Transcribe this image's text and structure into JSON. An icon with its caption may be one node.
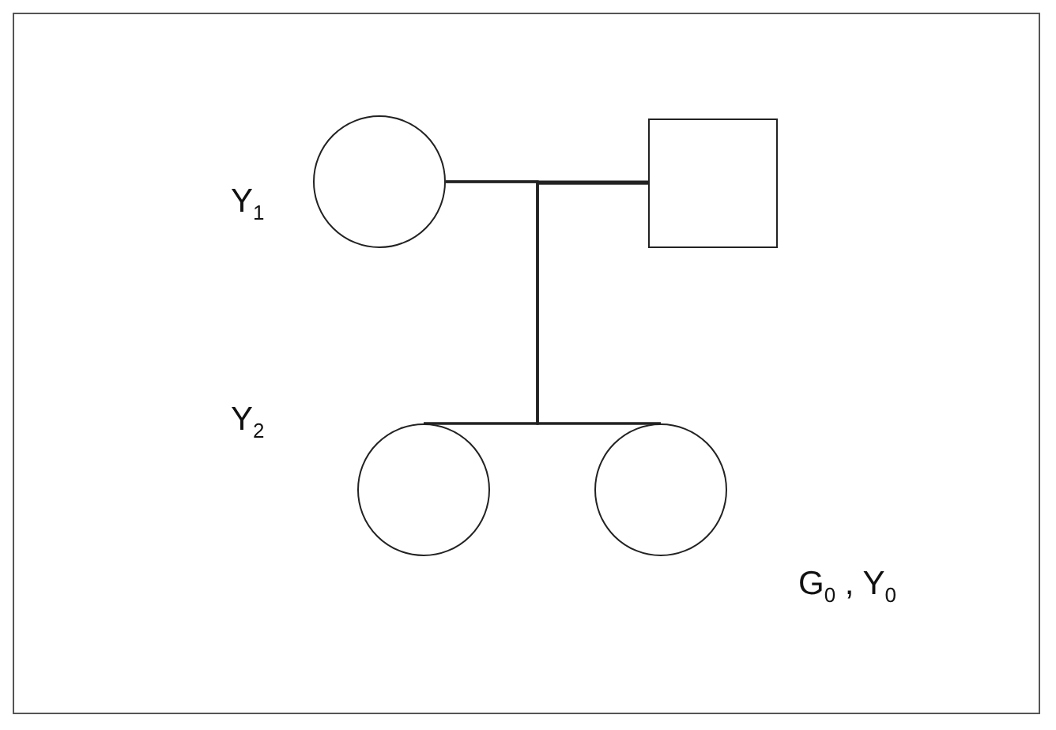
{
  "diagram": {
    "nodes": [
      {
        "text": [],
        "shape": "circle",
        "beside": [
          "Y$_{1}$"
        ]
      },
      {
        "text": [],
        "shape": "box"
      },
      {
        "text": [],
        "shape": "circle",
        "beside": [
          "Y$_{2}$"
        ]
      },
      {
        "text": [],
        "shape": "circle",
        "beside": [
          "G$_{0}$ , Y$_{0}$"
        ]
      }
    ],
    "edges": [
      {
        "from": 0,
        "to": 1,
        "arrow": "none"
      },
      {
        "from": 0,
        "to": 2,
        "arrow": "none"
      },
      {
        "from": 0,
        "to": 3,
        "arrow": "none"
      },
      {
        "from": 1,
        "to": 2,
        "arrow": "none"
      },
      {
        "from": 1,
        "to": 3,
        "arrow": "none"
      }
    ]
  }
}
